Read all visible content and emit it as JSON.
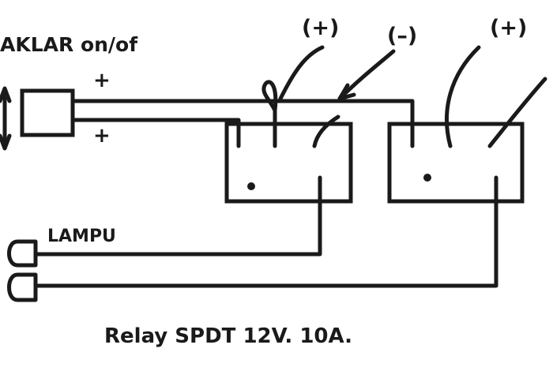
{
  "labels": {
    "switch_label": "AKLAR on/of",
    "plus_top": "+",
    "plus_bottom": "+",
    "lamp_label": "LAMPU",
    "caption": "Relay SPDT 12V. 10A.",
    "term_pos_1": "(+)",
    "term_neg": "(–)",
    "term_pos_2": "(+)"
  },
  "colors": {
    "ink": "#1a1a1a",
    "background": "#ffffff"
  }
}
